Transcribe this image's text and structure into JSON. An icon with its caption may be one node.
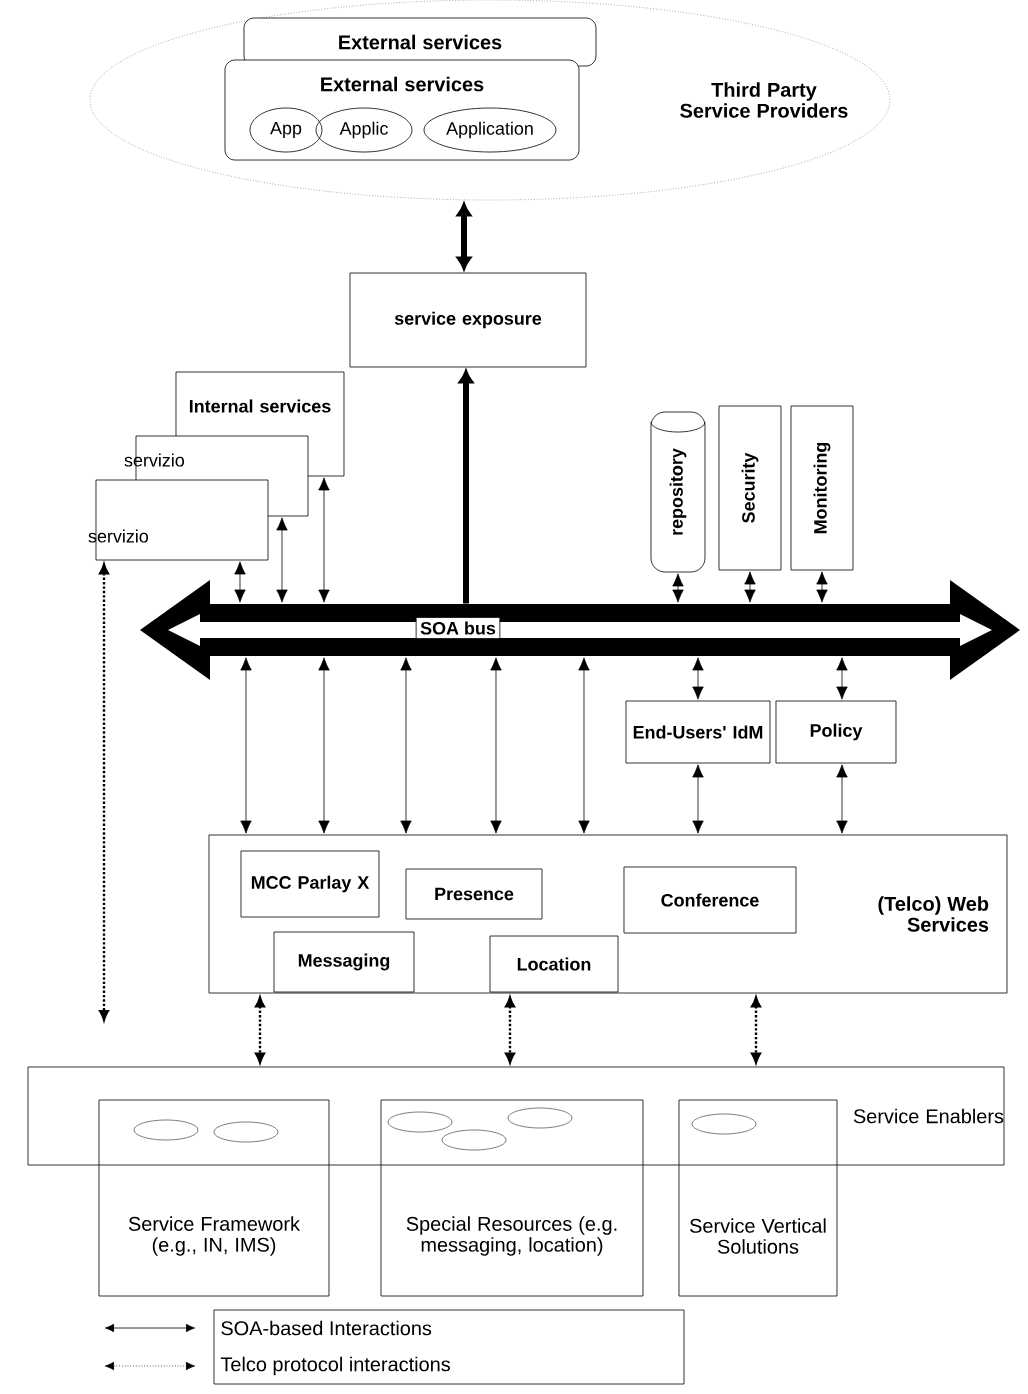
{
  "diagram": {
    "nodes": [
      {
        "text": [
          "Third Party Service Providers"
        ]
      },
      {
        "text": [
          "External services"
        ],
        "in": 0
      },
      {
        "text": [
          "External services"
        ],
        "in": 0
      },
      {
        "text": [
          "App"
        ],
        "in": 2
      },
      {
        "text": [
          "Applic"
        ],
        "in": 2
      },
      {
        "text": [
          "Application"
        ],
        "in": 2
      },
      {
        "text": [
          "service exposure"
        ]
      },
      {
        "text": [
          "Internal services"
        ]
      },
      {
        "text": [
          "servizio"
        ]
      },
      {
        "text": [
          "servizio"
        ]
      },
      {
        "text": [
          "repository"
        ]
      },
      {
        "text": [
          "Security"
        ]
      },
      {
        "text": [
          "Monitoring"
        ]
      },
      {
        "text": [
          "SOA bus"
        ]
      },
      {
        "text": [
          "End-Users' IdM"
        ]
      },
      {
        "text": [
          "Policy"
        ]
      },
      {
        "text": [
          "(Telco) Web Services"
        ]
      },
      {
        "text": [
          "MCC Parlay X"
        ],
        "in": 16
      },
      {
        "text": [
          "Presence"
        ],
        "in": 16
      },
      {
        "text": [
          "Conference"
        ],
        "in": 16
      },
      {
        "text": [
          "Messaging"
        ],
        "in": 16
      },
      {
        "text": [
          "Location"
        ],
        "in": 16
      },
      {
        "text": [
          "Service Enablers"
        ]
      },
      {
        "text": [
          "Service Framework (e.g., IN, IMS)"
        ]
      },
      {
        "text": [
          "Special Resources (e.g. messaging, location)"
        ]
      },
      {
        "text": [
          "Service Vertical Solutions"
        ]
      }
    ],
    "edges": [
      {
        "from": 0,
        "to": 6,
        "arrow": "both",
        "style": "thick"
      },
      {
        "from": 13,
        "to": 6,
        "arrow": "to",
        "style": "thick"
      },
      {
        "from": 13,
        "to": 9,
        "arrow": "both"
      },
      {
        "from": 13,
        "to": 8,
        "arrow": "both"
      },
      {
        "from": 13,
        "to": 7,
        "arrow": "both"
      },
      {
        "from": 13,
        "to": 10,
        "arrow": "both"
      },
      {
        "from": 13,
        "to": 11,
        "arrow": "both"
      },
      {
        "from": 13,
        "to": 12,
        "arrow": "both"
      },
      {
        "from": 13,
        "to": 16,
        "arrow": "both"
      },
      {
        "from": 13,
        "to": 16,
        "arrow": "both"
      },
      {
        "from": 13,
        "to": 16,
        "arrow": "both"
      },
      {
        "from": 13,
        "to": 16,
        "arrow": "both"
      },
      {
        "from": 13,
        "to": 16,
        "arrow": "both"
      },
      {
        "from": 13,
        "to": 14,
        "arrow": "both"
      },
      {
        "from": 14,
        "to": 16,
        "arrow": "both"
      },
      {
        "from": 13,
        "to": 15,
        "arrow": "both"
      },
      {
        "from": 15,
        "to": 16,
        "arrow": "both"
      },
      {
        "from": 16,
        "to": 22,
        "arrow": "both",
        "style": "dashed"
      },
      {
        "from": 16,
        "to": 22,
        "arrow": "both",
        "style": "dashed"
      },
      {
        "from": 16,
        "to": 22,
        "arrow": "both",
        "style": "dashed"
      },
      {
        "from": 9,
        "to": null,
        "arrow": "both",
        "style": "dashed"
      }
    ],
    "legend": [
      {
        "text": "SOA-based Interactions"
      },
      {
        "text": "Telco protocol interactions"
      }
    ]
  }
}
